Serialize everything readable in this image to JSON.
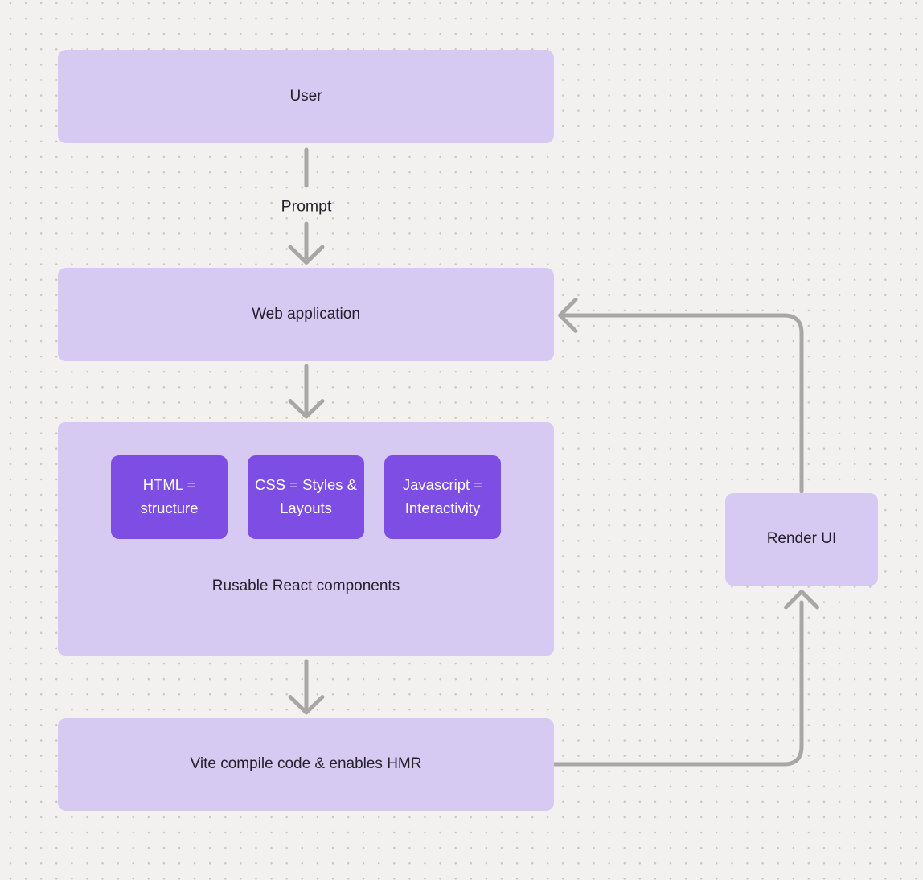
{
  "diagram": {
    "nodes": {
      "user": {
        "label": "User"
      },
      "web_application": {
        "label": "Web application"
      },
      "components_group": {
        "caption": "Rusable React components",
        "children": [
          {
            "label": "HTML = structure"
          },
          {
            "label": "CSS = Styles & Layouts"
          },
          {
            "label": "Javascript = Interactivity"
          }
        ]
      },
      "vite": {
        "label": "Vite compile code & enables HMR"
      },
      "render_ui": {
        "label": "Render UI"
      }
    },
    "edge_labels": {
      "prompt": "Prompt"
    },
    "colors": {
      "background": "#f2f1f0",
      "grid_dot": "#c9c6c4",
      "node_light": "#d6c9f2",
      "node_dark": "#7d4de4",
      "connector": "#a9a7a5",
      "text_dark": "#232129",
      "text_light": "#ffffff"
    }
  }
}
